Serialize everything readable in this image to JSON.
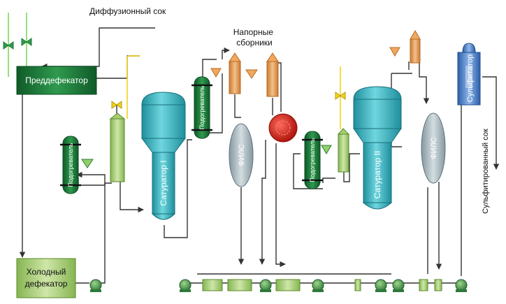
{
  "labels": {
    "diffusion_juice": "Диффузионный сок",
    "pressure_tanks": "Напорные сборники",
    "predefecator": "Преддефекатор",
    "cold_defecator_line1": "Холодный",
    "cold_defecator_line2": "дефекатор",
    "heater": "Подогреватель",
    "saturator_1": "Сатуратор I",
    "saturator_2": "Сатуратор II",
    "fils": "ФИЛС",
    "sulfitator": "Сульфитатор",
    "sulfited_juice": "Сульфитированный сок"
  },
  "colors": {
    "green_dark": "#1f7a3a",
    "green_light": "#a6cf6e",
    "teal": "#3fb7c4",
    "grey": "#a9b6bb",
    "orange": "#e6a05a",
    "red": "#d42a1e",
    "blue": "#4a7fc9",
    "yellow": "#f2d31a",
    "pipe": "#333333"
  }
}
